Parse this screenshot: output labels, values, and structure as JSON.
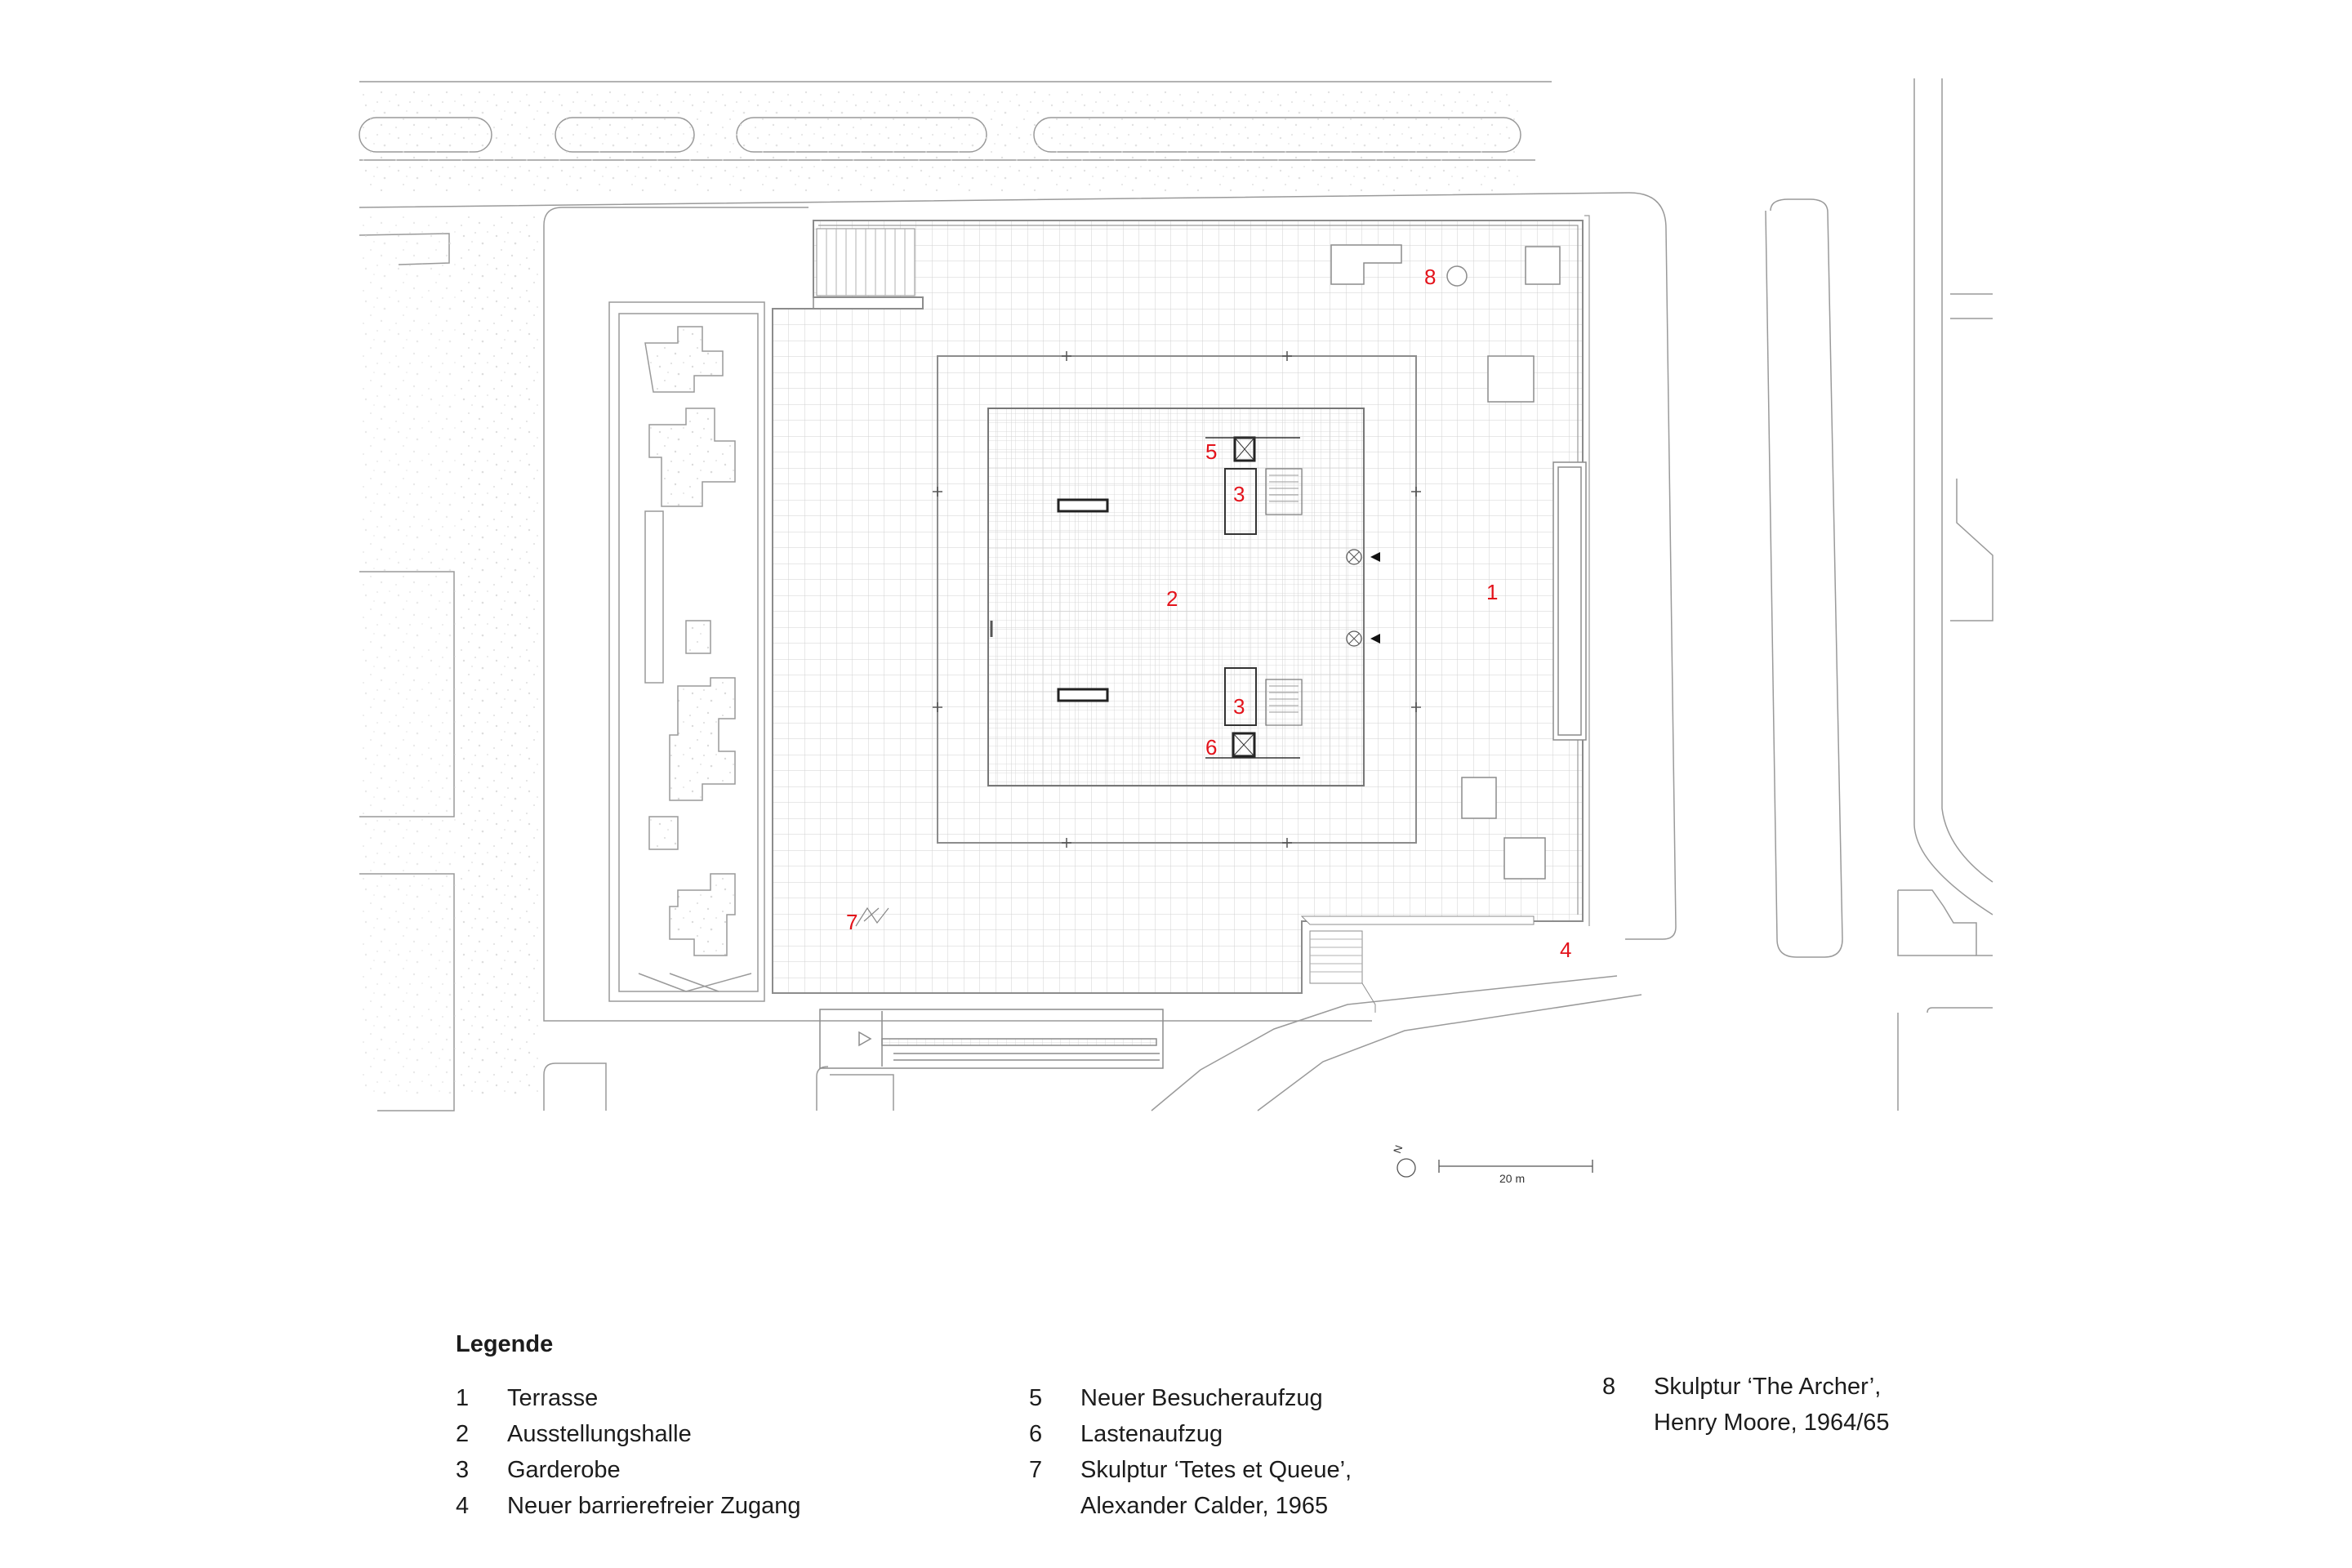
{
  "plan": {
    "labels": [
      {
        "key": "1",
        "text": "1"
      },
      {
        "key": "2",
        "text": "2"
      },
      {
        "key": "3a",
        "text": "3"
      },
      {
        "key": "3b",
        "text": "3"
      },
      {
        "key": "4",
        "text": "4"
      },
      {
        "key": "5",
        "text": "5"
      },
      {
        "key": "6",
        "text": "6"
      },
      {
        "key": "7",
        "text": "7"
      },
      {
        "key": "8",
        "text": "8"
      }
    ],
    "north_label": "N",
    "scale_label": "20 m",
    "label_color": "#e3131b",
    "line_color": "#8c8c8c",
    "grid_color": "#cfcfcf"
  },
  "legend": {
    "title": "Legende",
    "columns": [
      [
        {
          "num": "1",
          "text": "Terrasse"
        },
        {
          "num": "2",
          "text": "Ausstellungshalle"
        },
        {
          "num": "3",
          "text": "Garderobe"
        },
        {
          "num": "4",
          "text": "Neuer barrierefreier Zugang"
        }
      ],
      [
        {
          "num": "5",
          "text": "Neuer Besucheraufzug"
        },
        {
          "num": "6",
          "text": "Lastenaufzug"
        },
        {
          "num": "7",
          "text": "Skulptur ‘Tetes et Queue’,\nAlexander Calder, 1965"
        }
      ],
      [
        {
          "num": "8",
          "text": "Skulptur ‘The Archer’,\nHenry Moore, 1964/65"
        }
      ]
    ]
  }
}
